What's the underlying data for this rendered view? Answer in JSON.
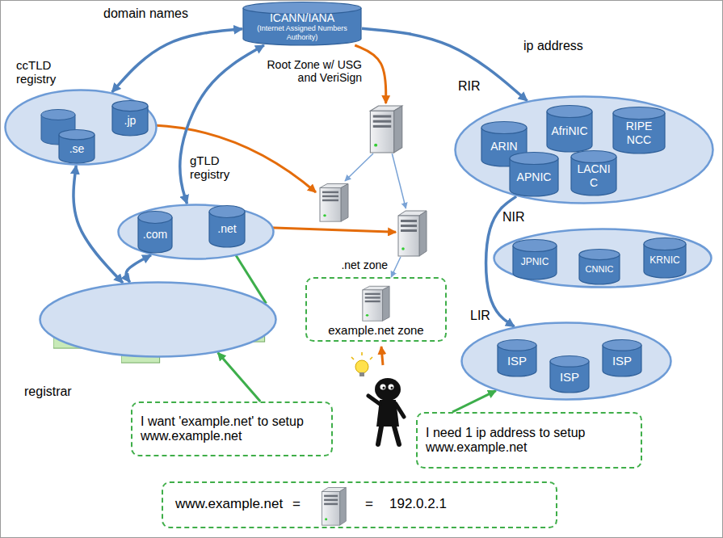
{
  "diagram": {
    "nodes": [
      {
        "text": [
          "ICANN/IANA",
          "(Internet Assigned Numbers Authority)"
        ]
      },
      {
        "text": [
          "ccTLD registry"
        ]
      },
      {
        "text": [
          ".se"
        ],
        "in": 1
      },
      {
        "text": [
          ".jp"
        ],
        "in": 1
      },
      {
        "text": [
          "Root Zone w/ USG and VeriSign"
        ]
      },
      {
        "text": [
          "RIR"
        ]
      },
      {
        "text": [
          "ARIN"
        ],
        "in": 5
      },
      {
        "text": [
          "AfriNIC"
        ],
        "in": 5
      },
      {
        "text": [
          "RIPE NCC"
        ],
        "in": 5
      },
      {
        "text": [
          "APNIC"
        ],
        "in": 5
      },
      {
        "text": [
          "LACNIC"
        ],
        "in": 5
      },
      {
        "text": [
          "gTLD registry"
        ]
      },
      {
        "text": [
          ".com"
        ],
        "in": 11
      },
      {
        "text": [
          ".net"
        ],
        "in": 11
      },
      {
        "text": [
          ".net zone"
        ]
      },
      {
        "text": [
          "NIR"
        ]
      },
      {
        "text": [
          "JPNIC"
        ],
        "in": 15
      },
      {
        "text": [
          "CNNIC"
        ],
        "in": 15
      },
      {
        "text": [
          "KRNIC"
        ],
        "in": 15
      },
      {
        "text": [
          "registrar"
        ]
      },
      {
        "text": [
          "example.net zone"
        ]
      },
      {
        "text": [
          "LIR"
        ]
      },
      {
        "text": [
          "ISP"
        ],
        "in": 21
      },
      {
        "text": [
          "ISP"
        ],
        "in": 21
      },
      {
        "text": [
          "ISP"
        ],
        "in": 21
      },
      {
        "text": [
          "I want 'example.net' to setup www.example.net"
        ]
      },
      {
        "text": [
          "I need 1 ip address to setup www.example.net"
        ]
      },
      {
        "text": [
          "www.example.net",
          "=",
          "=",
          "192.0.2.1"
        ]
      }
    ],
    "edges": [
      {
        "from": 0,
        "to": 1,
        "arrow": "both"
      },
      {
        "from": 0,
        "to": 11,
        "arrow": "both"
      },
      {
        "from": 0,
        "to": 4,
        "arrow": "to"
      },
      {
        "from": 0,
        "to": 5,
        "arrow": "to"
      },
      {
        "from": 1,
        "to": 19,
        "arrow": "both"
      },
      {
        "from": 11,
        "to": 19,
        "arrow": "both"
      },
      {
        "from": 13,
        "to": 14,
        "arrow": "to"
      },
      {
        "from": 4,
        "to": 14,
        "arrow": "to"
      },
      {
        "from": 14,
        "to": 20,
        "arrow": "to"
      },
      {
        "from": 5,
        "to": 21,
        "arrow": "to"
      },
      {
        "from": 19,
        "to": 13,
        "arrow": "to"
      },
      {
        "from": 25,
        "to": 19,
        "arrow": "to"
      },
      {
        "from": 26,
        "to": 21,
        "arrow": "to"
      }
    ],
    "labels": [
      "domain names",
      "ip address"
    ]
  }
}
